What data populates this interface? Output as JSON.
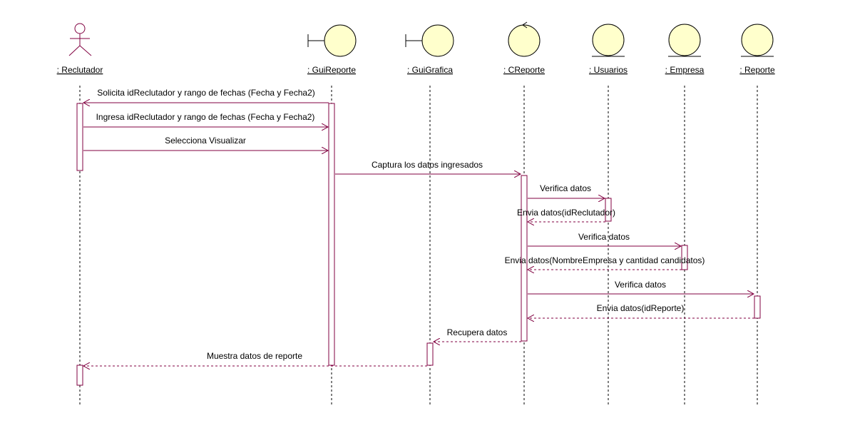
{
  "participants": [
    {
      "name": ": Reclutador",
      "kind": "actor"
    },
    {
      "name": ": GuiReporte",
      "kind": "boundary"
    },
    {
      "name": ": GuiGrafica",
      "kind": "boundary"
    },
    {
      "name": ": CReporte",
      "kind": "control"
    },
    {
      "name": ": Usuarios",
      "kind": "entity"
    },
    {
      "name": ": Empresa",
      "kind": "entity"
    },
    {
      "name": ": Reporte",
      "kind": "entity"
    }
  ],
  "messages": [
    {
      "label": "Solicita idReclutador y rango de fechas (Fecha y Fecha2)",
      "from": 1,
      "to": 0,
      "style": "solid"
    },
    {
      "label": "Ingresa idReclutador y rango de fechas (Fecha y Fecha2)",
      "from": 0,
      "to": 1,
      "style": "solid"
    },
    {
      "label": "Selecciona Visualizar",
      "from": 0,
      "to": 1,
      "style": "solid"
    },
    {
      "label": "Captura los datos ingresados",
      "from": 1,
      "to": 3,
      "style": "solid"
    },
    {
      "label": "Verifica datos",
      "from": 3,
      "to": 4,
      "style": "solid"
    },
    {
      "label": "Envia datos(idReclutador)",
      "from": 4,
      "to": 3,
      "style": "dashed"
    },
    {
      "label": "Verifica datos",
      "from": 3,
      "to": 5,
      "style": "solid"
    },
    {
      "label": "Envia datos(NombreEmpresa y cantidad candidatos)",
      "from": 5,
      "to": 3,
      "style": "dashed"
    },
    {
      "label": "Verifica datos",
      "from": 3,
      "to": 6,
      "style": "solid"
    },
    {
      "label": "Envia datos(idReporte)",
      "from": 6,
      "to": 3,
      "style": "dashed"
    },
    {
      "label": "Recupera datos",
      "from": 3,
      "to": 2,
      "style": "dashed"
    },
    {
      "label": "Muestra datos de reporte",
      "from": 2,
      "to": 0,
      "style": "dashed"
    }
  ],
  "colors": {
    "line": "#800040",
    "icon_fill": "#ffffcc",
    "icon_stroke": "#000000",
    "text": "#000000"
  }
}
